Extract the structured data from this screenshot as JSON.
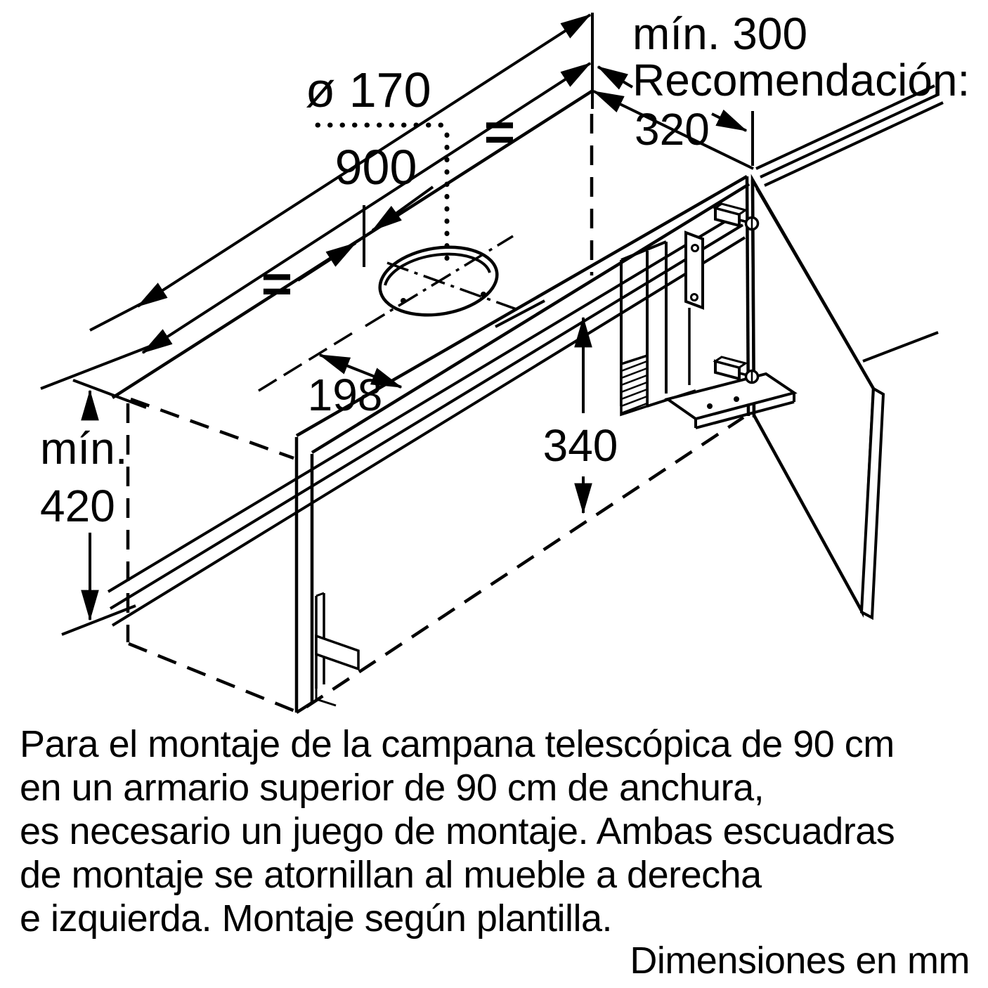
{
  "colors": {
    "ink": "#000000",
    "background": "#ffffff"
  },
  "diagram": {
    "dims": {
      "hole_diameter": "ø 170",
      "hood_width": "900",
      "equal_left": "=",
      "equal_right": "=",
      "min_clearance_top": "mín. 300",
      "recommendation_title": "Recomendación:",
      "recommendation_value": "320",
      "hole_front_offset": "198",
      "interior_height": "340",
      "min_front_label": "mín.",
      "min_front_value": "420"
    }
  },
  "caption": {
    "lines": [
      "Para el montaje de la campana telescópica de 90 cm",
      "en un armario superior de 90 cm de anchura,",
      "es necesario un juego de montaje. Ambas escuadras",
      "de montaje se atornillan al mueble a derecha",
      "e izquierda. Montaje según plantilla."
    ]
  },
  "footer": {
    "units_note": "Dimensiones en mm"
  }
}
